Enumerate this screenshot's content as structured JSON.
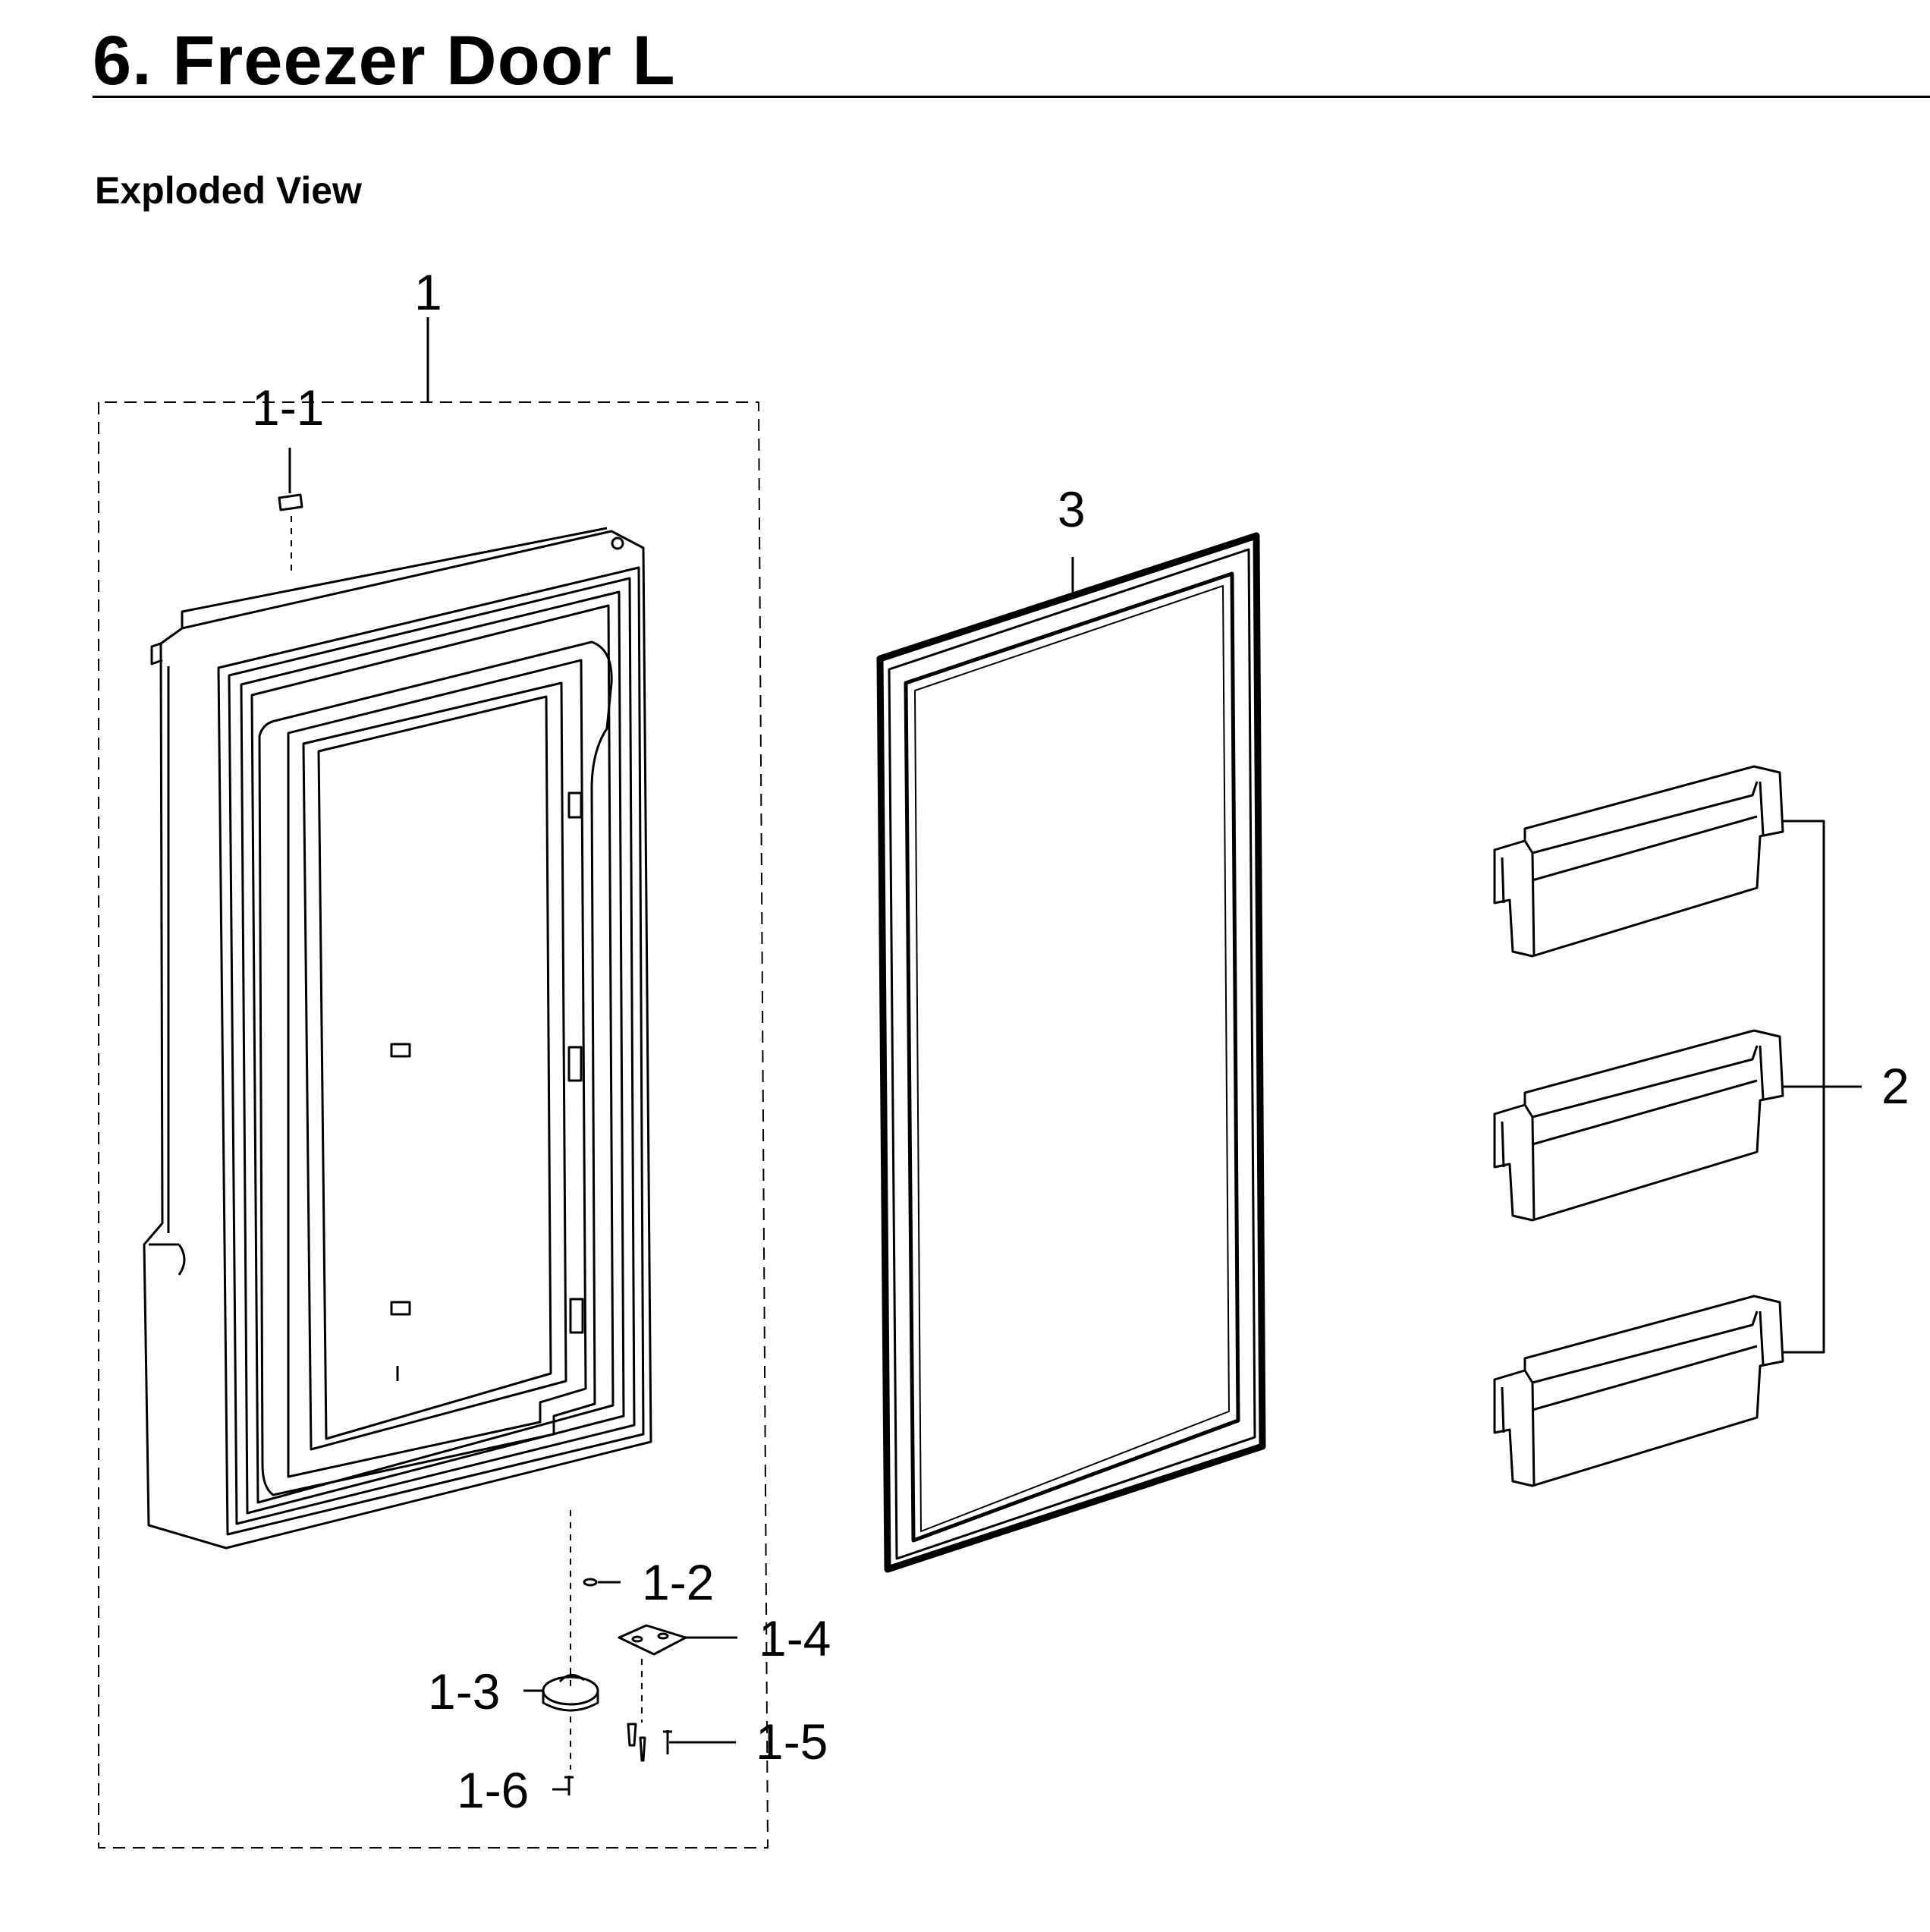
{
  "title": "6.  Freezer Door L",
  "subtitle": "Exploded View",
  "callouts": {
    "door_assembly": "1",
    "part_1_1": "1-1",
    "part_1_2": "1-2",
    "part_1_3": "1-3",
    "part_1_4": "1-4",
    "part_1_5": "1-5",
    "part_1_6": "1-6",
    "guard": "2",
    "gasket": "3"
  }
}
